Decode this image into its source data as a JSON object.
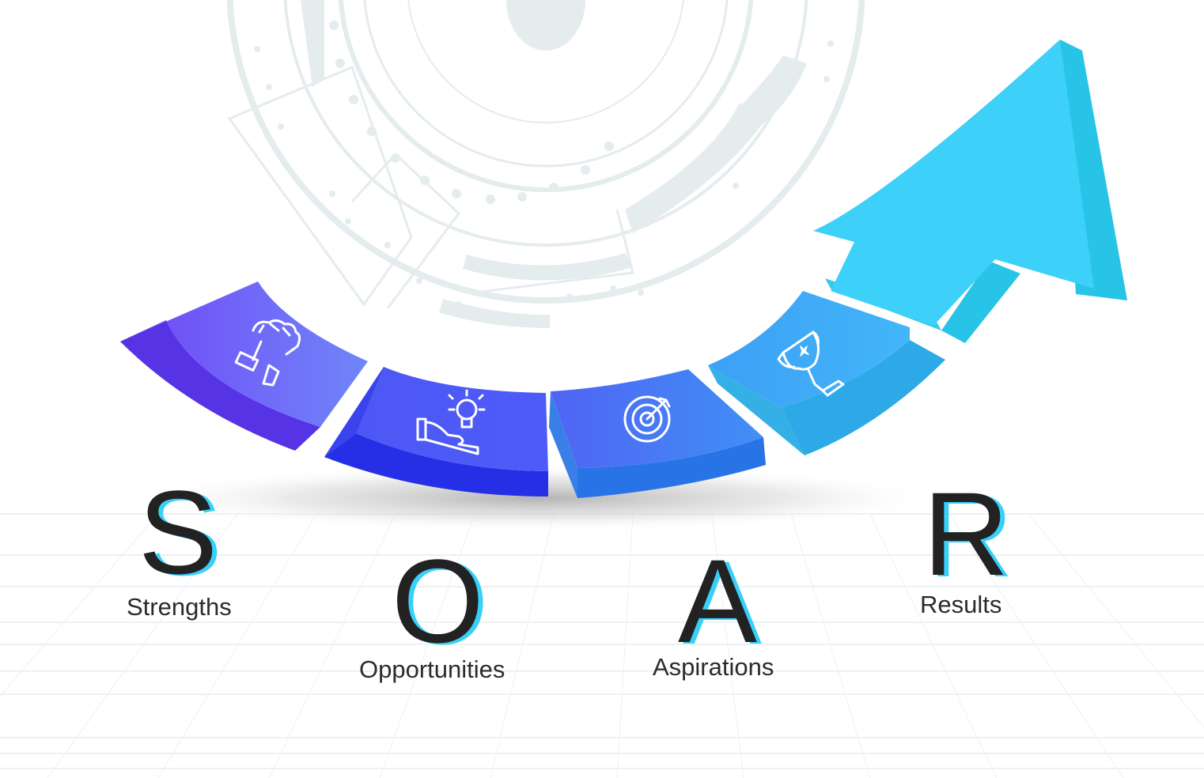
{
  "title": "SOAR",
  "colors": {
    "background": "#ffffff",
    "decoration": "#e4ecee",
    "grid": "#eaf2f4",
    "letter": "#222222",
    "letter_shadow": "#38cffa",
    "label": "#2b2b2b",
    "segment_strengths": "#6d4ff8",
    "segment_opportunities": "#4d5cf6",
    "segment_aspirations": "#4486f5",
    "segment_results": "#40aaf8",
    "arrow": "#3dd0f8"
  },
  "stages": [
    {
      "letter": "S",
      "label": "Strengths",
      "icon": "fist-arrow-icon"
    },
    {
      "letter": "O",
      "label": "Opportunities",
      "icon": "hand-lightbulb-icon"
    },
    {
      "letter": "A",
      "label": "Aspirations",
      "icon": "target-arrow-icon"
    },
    {
      "letter": "R",
      "label": "Results",
      "icon": "trophy-icon"
    }
  ]
}
